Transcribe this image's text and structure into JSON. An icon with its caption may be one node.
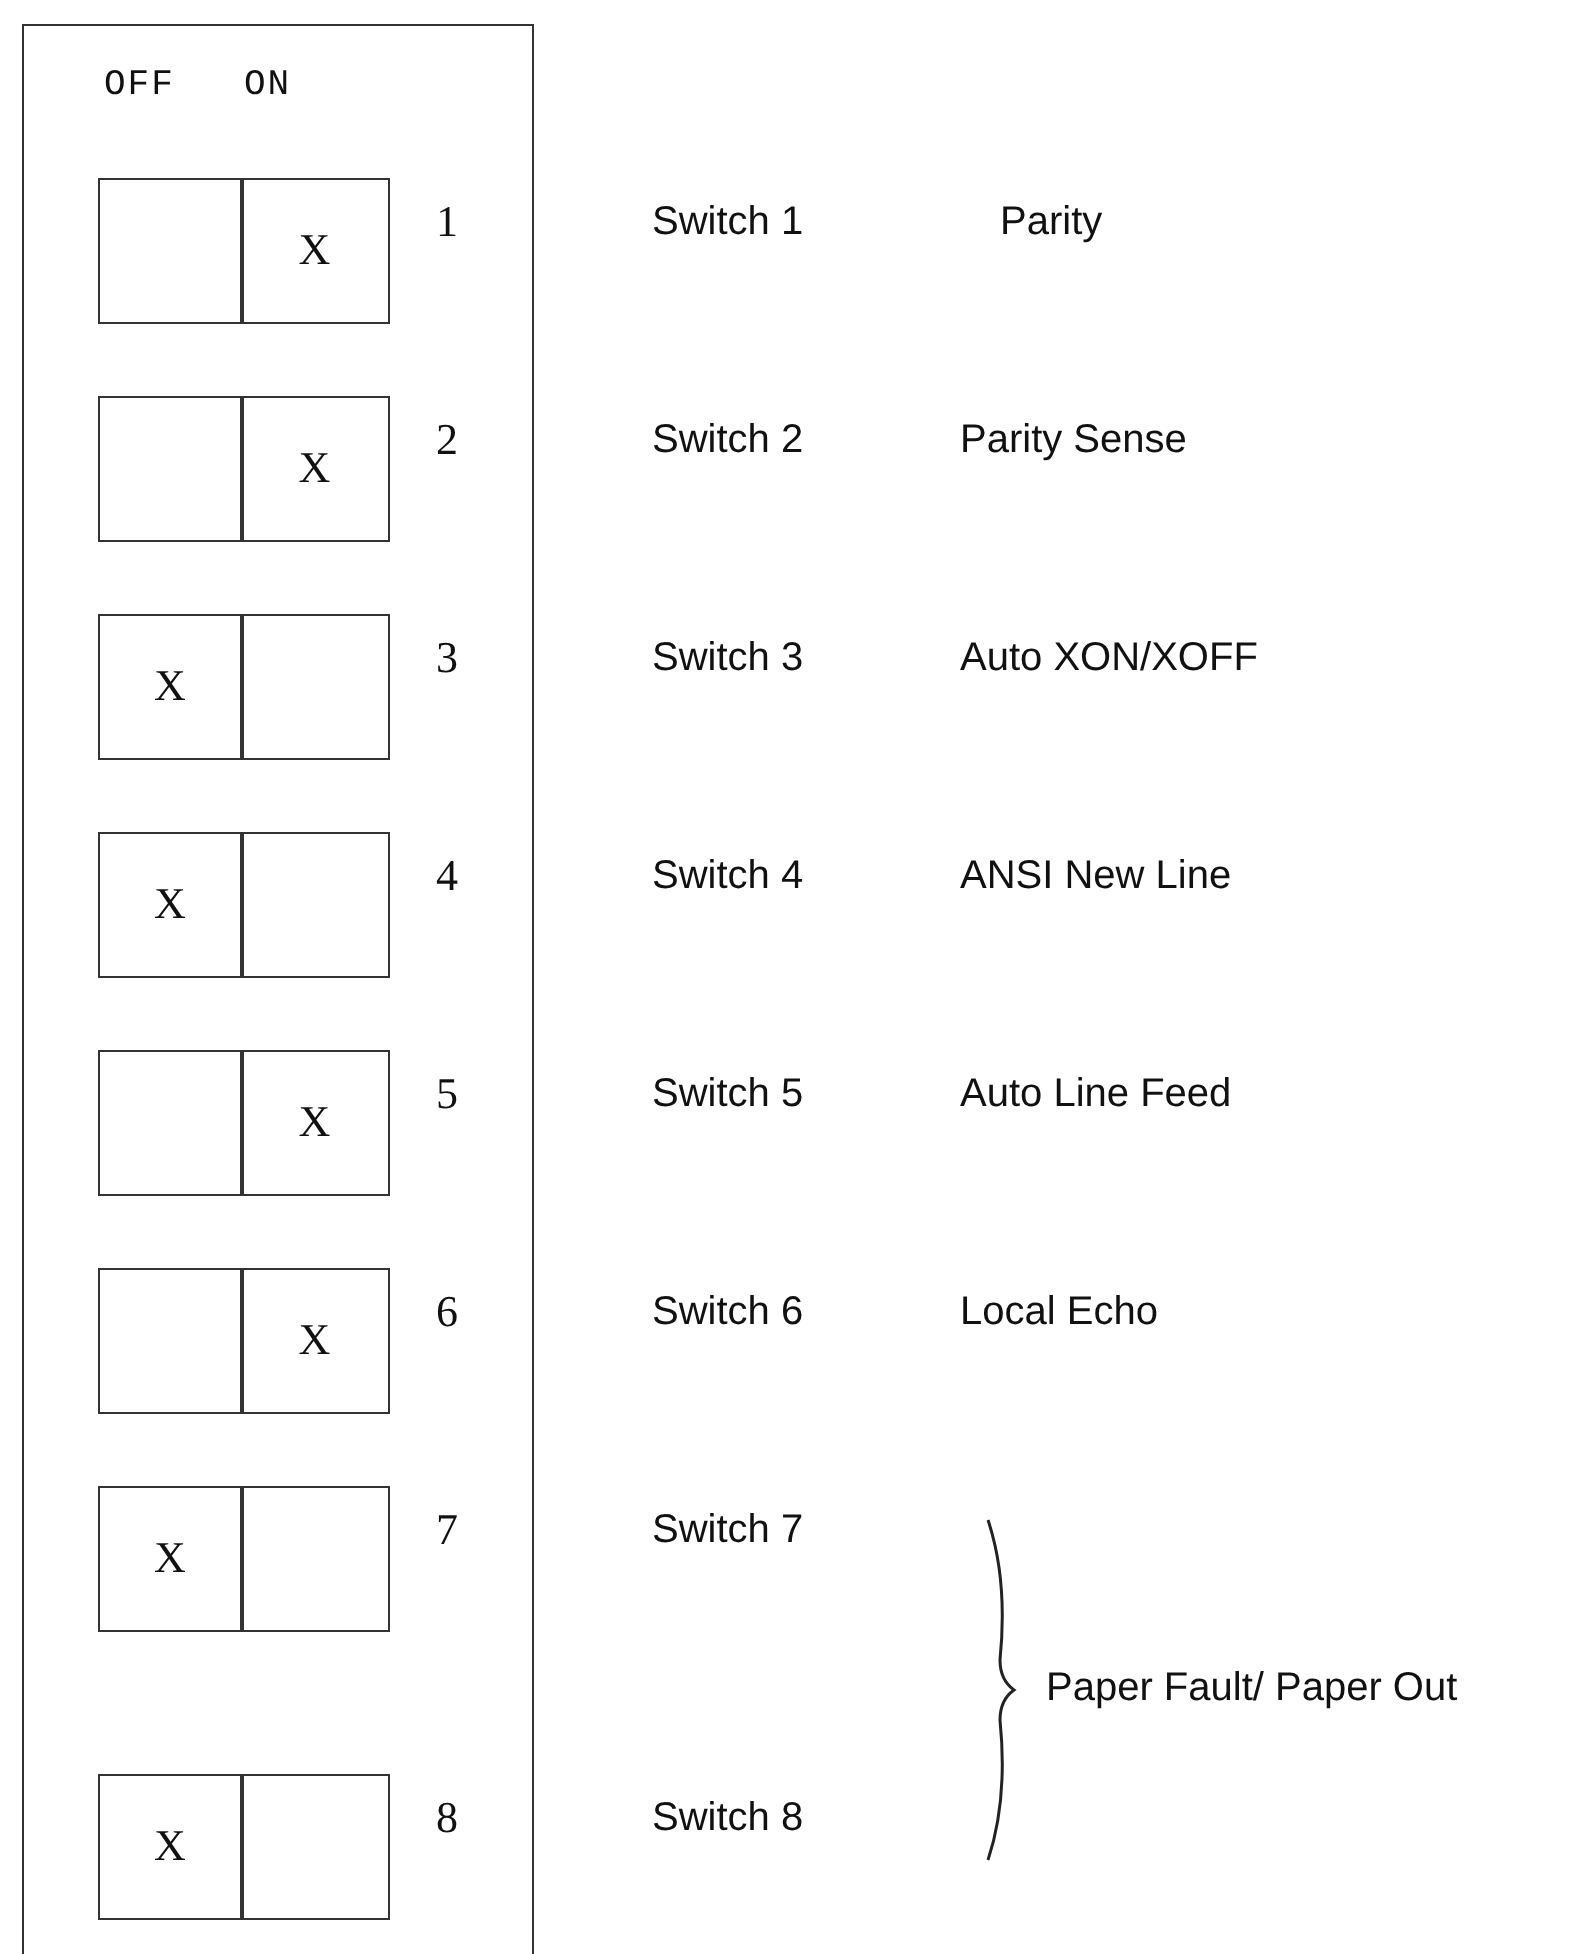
{
  "diagram": {
    "nodes": [
      {
        "text": [
          "OFF",
          "ON"
        ]
      },
      {
        "text": [],
        "shape": "box",
        "in": 0,
        "beside": [
          "1"
        ]
      },
      {
        "text": [],
        "shape": "box",
        "in": 1
      },
      {
        "text": [
          "X"
        ],
        "in": 1
      },
      {
        "text": [],
        "shape": "box",
        "in": 0,
        "beside": [
          "2"
        ]
      },
      {
        "text": [],
        "shape": "box",
        "in": 4
      },
      {
        "text": [
          "X"
        ],
        "in": 4
      },
      {
        "text": [],
        "shape": "box",
        "in": 0,
        "beside": [
          "3"
        ]
      },
      {
        "text": [
          "X"
        ],
        "in": 7
      },
      {
        "text": [],
        "shape": "box",
        "in": 7
      },
      {
        "text": [],
        "shape": "box",
        "in": 0,
        "beside": [
          "4"
        ]
      },
      {
        "text": [
          "X"
        ],
        "in": 10
      },
      {
        "text": [],
        "shape": "box",
        "in": 10
      },
      {
        "text": [],
        "shape": "box",
        "in": 0,
        "beside": [
          "5"
        ]
      },
      {
        "text": [],
        "shape": "box",
        "in": 13
      },
      {
        "text": [
          "X"
        ],
        "in": 13
      },
      {
        "text": [],
        "shape": "box",
        "in": 0,
        "beside": [
          "6"
        ]
      },
      {
        "text": [],
        "shape": "box",
        "in": 16
      },
      {
        "text": [
          "X"
        ],
        "in": 16
      },
      {
        "text": [],
        "shape": "box",
        "in": 0,
        "beside": [
          "7"
        ]
      },
      {
        "text": [
          "X"
        ],
        "in": 19
      },
      {
        "text": [],
        "shape": "box",
        "in": 19
      },
      {
        "text": [],
        "shape": "box",
        "in": 0,
        "beside": [
          "8"
        ]
      },
      {
        "text": [
          "X"
        ],
        "in": 22
      },
      {
        "text": [],
        "shape": "box",
        "in": 22
      }
    ],
    "labels": [
      "Switch 1",
      "Parity",
      "Switch 2",
      "Parity Sense",
      "Switch 3",
      "Auto XON/XOFF",
      "Switch 4",
      "ANSI New Line",
      "Switch 5",
      "Auto Line Feed",
      "Switch 6",
      "Local Echo",
      "Switch 7",
      "Paper Fault/ Paper Out",
      "Switch 8"
    ]
  }
}
